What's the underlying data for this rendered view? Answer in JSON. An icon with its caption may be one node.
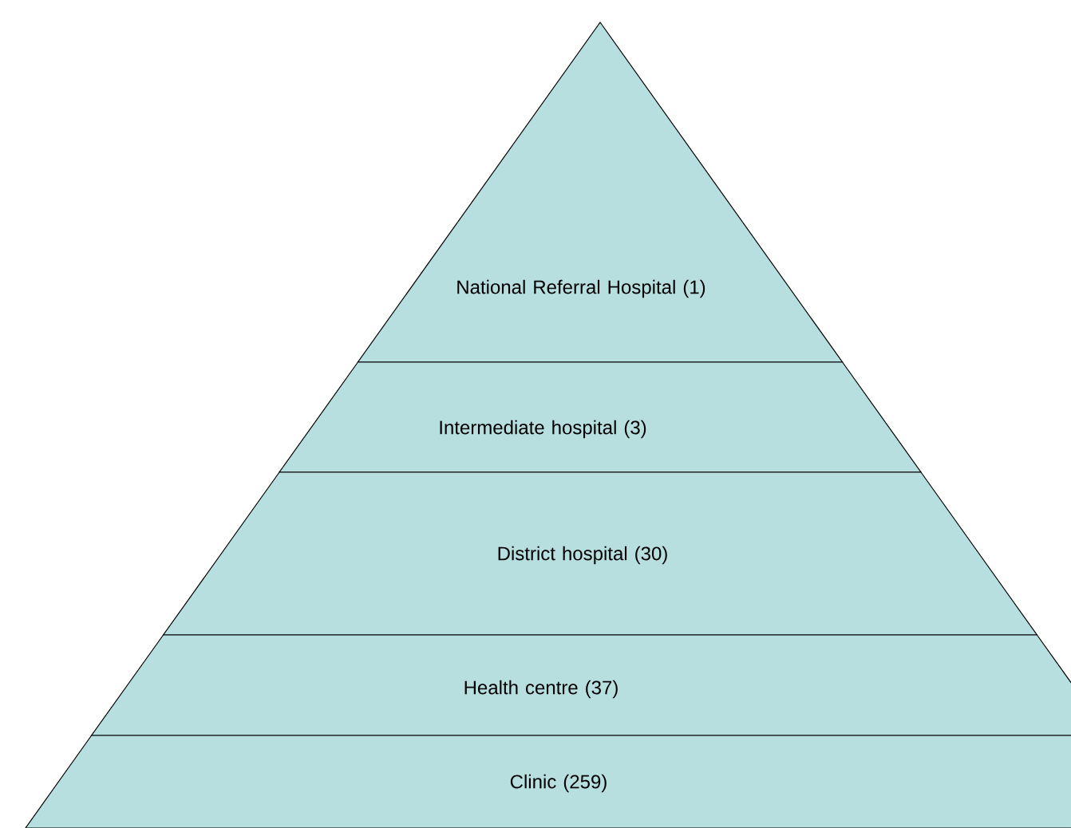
{
  "diagram": {
    "nodes": [
      {
        "text": [
          "National Referral Hospital (1)"
        ]
      },
      {
        "text": [
          "Intermediate hospital (3)"
        ]
      },
      {
        "text": [
          "District hospital (30)"
        ]
      },
      {
        "text": [
          "Health centre (37)"
        ]
      },
      {
        "text": [
          "Clinic (259)"
        ]
      }
    ]
  }
}
